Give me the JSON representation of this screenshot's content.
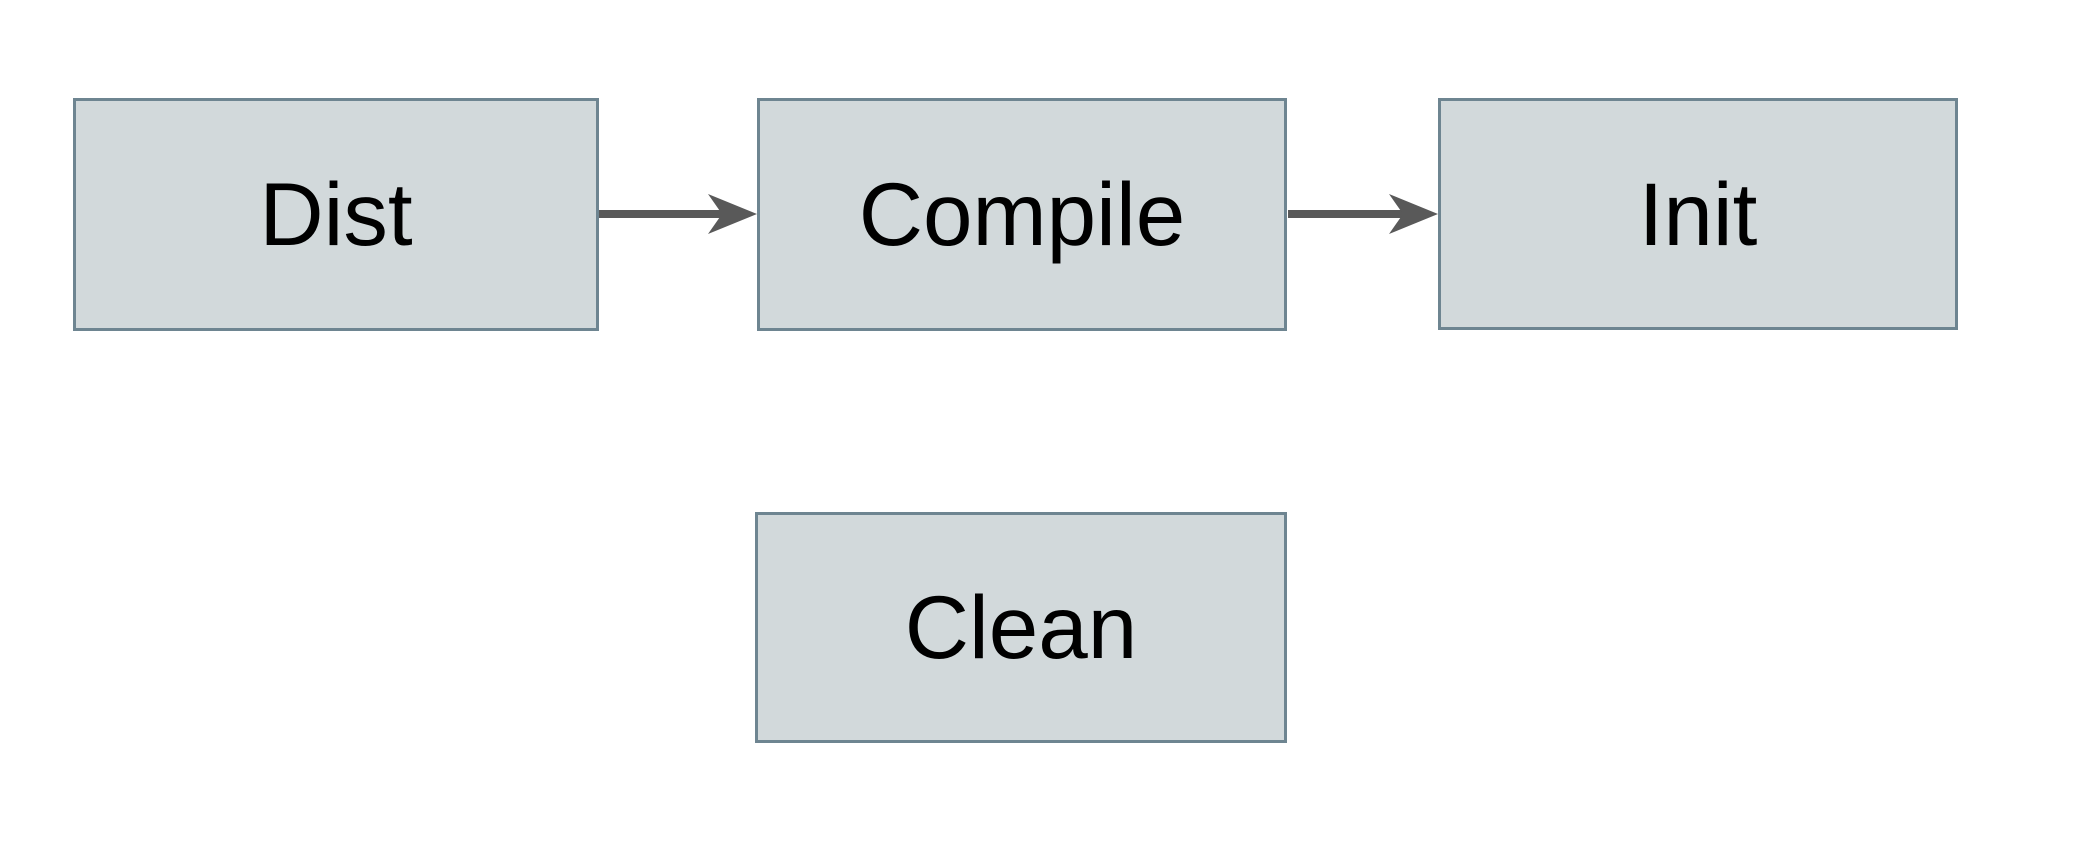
{
  "diagram": {
    "type": "flowchart",
    "nodes": [
      {
        "id": "dist",
        "label": "Dist"
      },
      {
        "id": "compile",
        "label": "Compile"
      },
      {
        "id": "init",
        "label": "Init"
      },
      {
        "id": "clean",
        "label": "Clean"
      }
    ],
    "edges": [
      {
        "from": "Dist",
        "to": "Compile",
        "style": "solid-arrow-right"
      },
      {
        "from": "Compile",
        "to": "Init",
        "style": "solid-arrow-right"
      }
    ],
    "colors": {
      "canvas-bg": "#ffffff",
      "node-fill": "#d2d9db",
      "node-border": "#6e8591",
      "arrow": "#595959",
      "text": "#000000"
    }
  }
}
